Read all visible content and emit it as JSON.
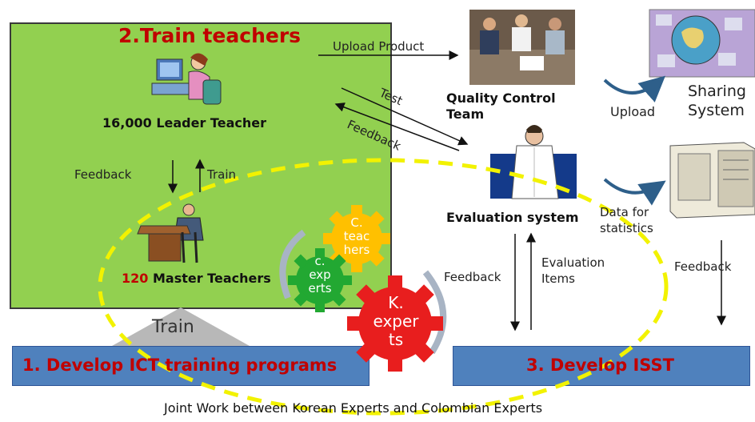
{
  "panel": {
    "title": "2.Train teachers",
    "leader_label": "16,000 Leader Teacher",
    "master_number": "120",
    "master_label": " Master Teachers",
    "feedback_label": "Feedback",
    "train_label": "Train"
  },
  "arrows": {
    "upload_product": "Upload Product",
    "test": "Test",
    "feedback": "Feedback",
    "upload": "Upload",
    "data_for_statistics": [
      "Data for",
      "statistics"
    ],
    "feedback_mid": "Feedback",
    "evaluation_items": [
      "Evaluation",
      "Items"
    ],
    "feedback_right": "Feedback",
    "train_big": "Train"
  },
  "nodes": {
    "quality_control": [
      "Quality Control",
      "Team"
    ],
    "sharing_system": [
      "Sharing",
      "System"
    ],
    "evaluation_system": "Evaluation system"
  },
  "gears": {
    "teachers": "C.\nteac\nhers",
    "c_experts": "c.\nexp\nerts",
    "k_experts": "K.\nexper\nts"
  },
  "boxes": {
    "box1": "1. Develop ICT training programs",
    "box3": "3. Develop ISST"
  },
  "footer": "Joint Work between Korean Experts and Colombian Experts",
  "colors": {
    "panel_green": "#92d050",
    "title_red": "#c00000",
    "box_blue": "#4f81bd",
    "ellipse_yellow": "#f2f200",
    "gear_orange": "#ffc000",
    "gear_green": "#22a832",
    "gear_red": "#e81e1e",
    "arrow_blue": "#2e5f8a"
  }
}
